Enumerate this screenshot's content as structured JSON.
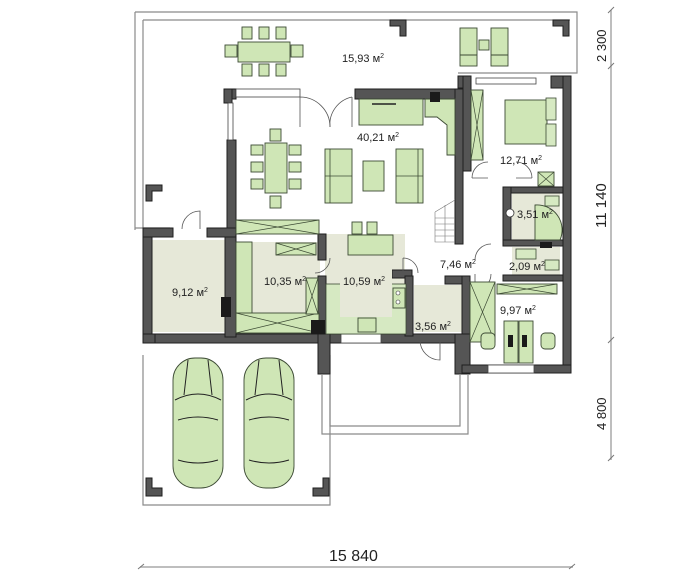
{
  "plan": {
    "type": "floor-plan",
    "unit_area": "м",
    "rooms": [
      {
        "id": "terrace",
        "area": "15,93",
        "unit": "м",
        "sup": "2"
      },
      {
        "id": "living-dining",
        "area": "40,21",
        "unit": "м",
        "sup": "2"
      },
      {
        "id": "bedroom",
        "area": "12,71",
        "unit": "м",
        "sup": "2"
      },
      {
        "id": "bathroom",
        "area": "3,51",
        "unit": "м",
        "sup": "2"
      },
      {
        "id": "hall",
        "area": "7,46",
        "unit": "м",
        "sup": "2"
      },
      {
        "id": "wc",
        "area": "2,09",
        "unit": "м",
        "sup": "2"
      },
      {
        "id": "office",
        "area": "9,97",
        "unit": "м",
        "sup": "2"
      },
      {
        "id": "storage",
        "area": "9,12",
        "unit": "м",
        "sup": "2"
      },
      {
        "id": "utility",
        "area": "10,35",
        "unit": "м",
        "sup": "2"
      },
      {
        "id": "kitchen",
        "area": "10,59",
        "unit": "м",
        "sup": "2"
      },
      {
        "id": "entry",
        "area": "3,56",
        "unit": "м",
        "sup": "2"
      }
    ],
    "dimensions": {
      "width_total": "15 840",
      "depth_terrace": "2 300",
      "depth_house": "11 140",
      "depth_carport": "4 800"
    },
    "colors": {
      "wall": "#555555",
      "furniture": "#cfe6b6",
      "floor_tile": "#e6e8d8",
      "dimension_line": "#a9a9a9"
    }
  }
}
